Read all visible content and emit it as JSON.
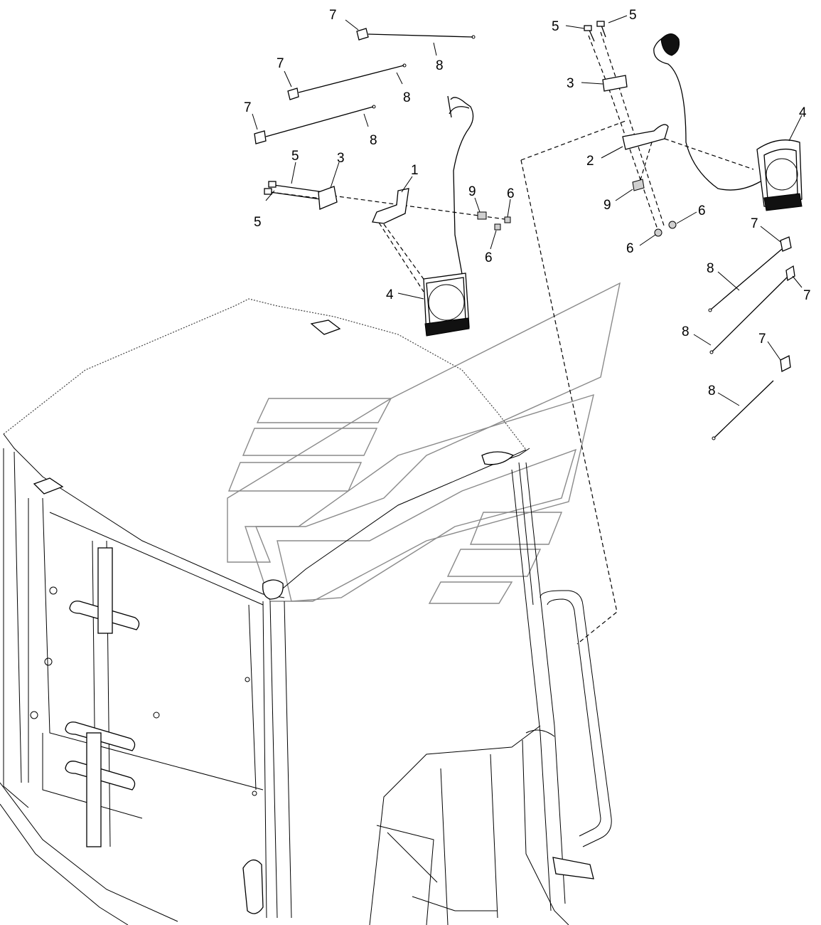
{
  "diagram": {
    "callouts": [
      {
        "id": "c7a",
        "text": "7"
      },
      {
        "id": "c8a",
        "text": "8"
      },
      {
        "id": "c7b",
        "text": "7"
      },
      {
        "id": "c8b",
        "text": "8"
      },
      {
        "id": "c7c",
        "text": "7"
      },
      {
        "id": "c8c",
        "text": "8"
      },
      {
        "id": "c5a",
        "text": "5"
      },
      {
        "id": "c5b",
        "text": "5"
      },
      {
        "id": "c3a",
        "text": "3"
      },
      {
        "id": "c1",
        "text": "1"
      },
      {
        "id": "c9a",
        "text": "9"
      },
      {
        "id": "c6a",
        "text": "6"
      },
      {
        "id": "c6b",
        "text": "6"
      },
      {
        "id": "c4a",
        "text": "4"
      },
      {
        "id": "c5c",
        "text": "5"
      },
      {
        "id": "c5d",
        "text": "5"
      },
      {
        "id": "c3b",
        "text": "3"
      },
      {
        "id": "c2",
        "text": "2"
      },
      {
        "id": "c4b",
        "text": "4"
      },
      {
        "id": "c9b",
        "text": "9"
      },
      {
        "id": "c6c",
        "text": "6"
      },
      {
        "id": "c6d",
        "text": "6"
      },
      {
        "id": "c7d",
        "text": "7"
      },
      {
        "id": "c8d",
        "text": "8"
      },
      {
        "id": "c7e",
        "text": "7"
      },
      {
        "id": "c8e",
        "text": "8"
      },
      {
        "id": "c7f",
        "text": "7"
      },
      {
        "id": "c8f",
        "text": "8"
      }
    ]
  }
}
